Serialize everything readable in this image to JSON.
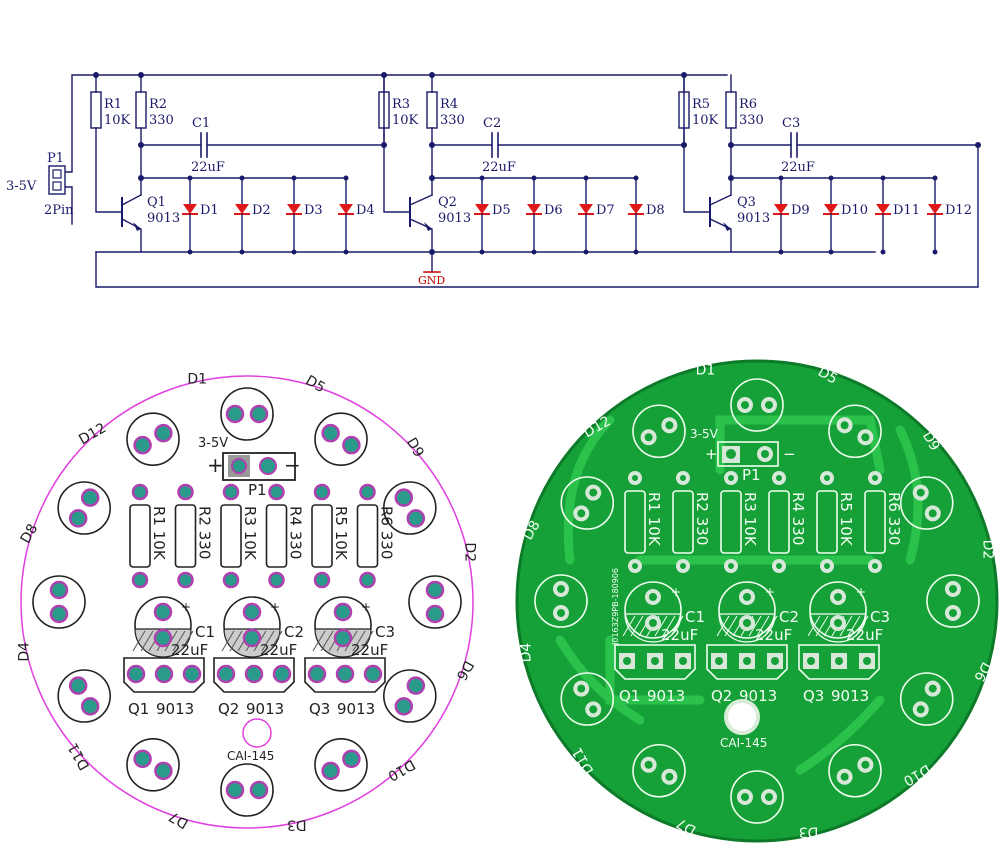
{
  "colors": {
    "wire": "#1a1a6a",
    "led": "#e01818",
    "gnd": "#c00000",
    "silk_outline": "#e040e0",
    "pad_fill": "#2a9a8a",
    "pad_ring": "#b040b0",
    "pcb_green": "#15a038",
    "pcb_trace": "#2bc24c",
    "pcb_silk": "#f0fff0"
  },
  "schematic": {
    "connector": {
      "ref": "P1",
      "voltage": "3-5V",
      "type": "2Pin"
    },
    "ground": "GND",
    "stages": [
      {
        "rb": {
          "ref": "R1",
          "value": "10K"
        },
        "rc": {
          "ref": "R2",
          "value": "330"
        },
        "cap": {
          "ref": "C1",
          "value": "22uF"
        },
        "transistor": {
          "ref": "Q1",
          "part": "9013"
        },
        "leds": [
          "D1",
          "D2",
          "D3",
          "D4"
        ]
      },
      {
        "rb": {
          "ref": "R3",
          "value": "10K"
        },
        "rc": {
          "ref": "R4",
          "value": "330"
        },
        "cap": {
          "ref": "C2",
          "value": "22uF"
        },
        "transistor": {
          "ref": "Q2",
          "part": "9013"
        },
        "leds": [
          "D5",
          "D6",
          "D7",
          "D8"
        ]
      },
      {
        "rb": {
          "ref": "R5",
          "value": "10K"
        },
        "rc": {
          "ref": "R6",
          "value": "330"
        },
        "cap": {
          "ref": "C3",
          "value": "22uF"
        },
        "transistor": {
          "ref": "Q3",
          "part": "9013"
        },
        "leds": [
          "D9",
          "D10",
          "D11",
          "D12"
        ]
      }
    ]
  },
  "silkscreen": {
    "board_id": "CAI-145",
    "power_label": "3-5V",
    "connector": "P1",
    "plus": "+",
    "minus": "−",
    "resistors": [
      "R1 10K",
      "R2 330",
      "R3 10K",
      "R4 330",
      "R5 10K",
      "R6 330"
    ],
    "capacitors": [
      {
        "ref": "C1",
        "value": "22uF"
      },
      {
        "ref": "C2",
        "value": "22uF"
      },
      {
        "ref": "C3",
        "value": "22uF"
      }
    ],
    "transistors": [
      {
        "ref": "Q1",
        "part": "9013"
      },
      {
        "ref": "Q2",
        "part": "9013"
      },
      {
        "ref": "Q3",
        "part": "9013"
      }
    ],
    "leds": [
      "D1",
      "D5",
      "D9",
      "D2",
      "D6",
      "D10",
      "D3",
      "D7",
      "D11",
      "D4",
      "D8",
      "D12"
    ]
  },
  "pcb": {
    "board_id": "CAI-145",
    "power_label": "3-5V",
    "connector": "P1",
    "serial": "J0163Z9PB-180906"
  }
}
